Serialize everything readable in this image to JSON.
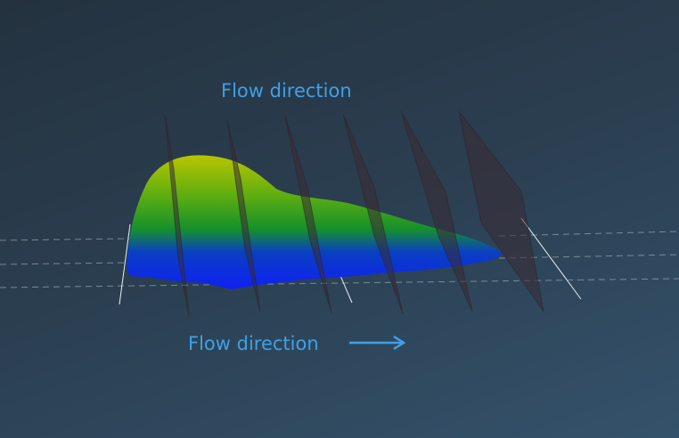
{
  "labels": {
    "top": "Flow direction",
    "bottom": "Flow direction"
  },
  "colors": {
    "label": "#3fa0e8",
    "surface_top": "#b8c400",
    "surface_mid": "#1fa020",
    "surface_bottom": "#1020f0"
  },
  "planes_count": 6
}
